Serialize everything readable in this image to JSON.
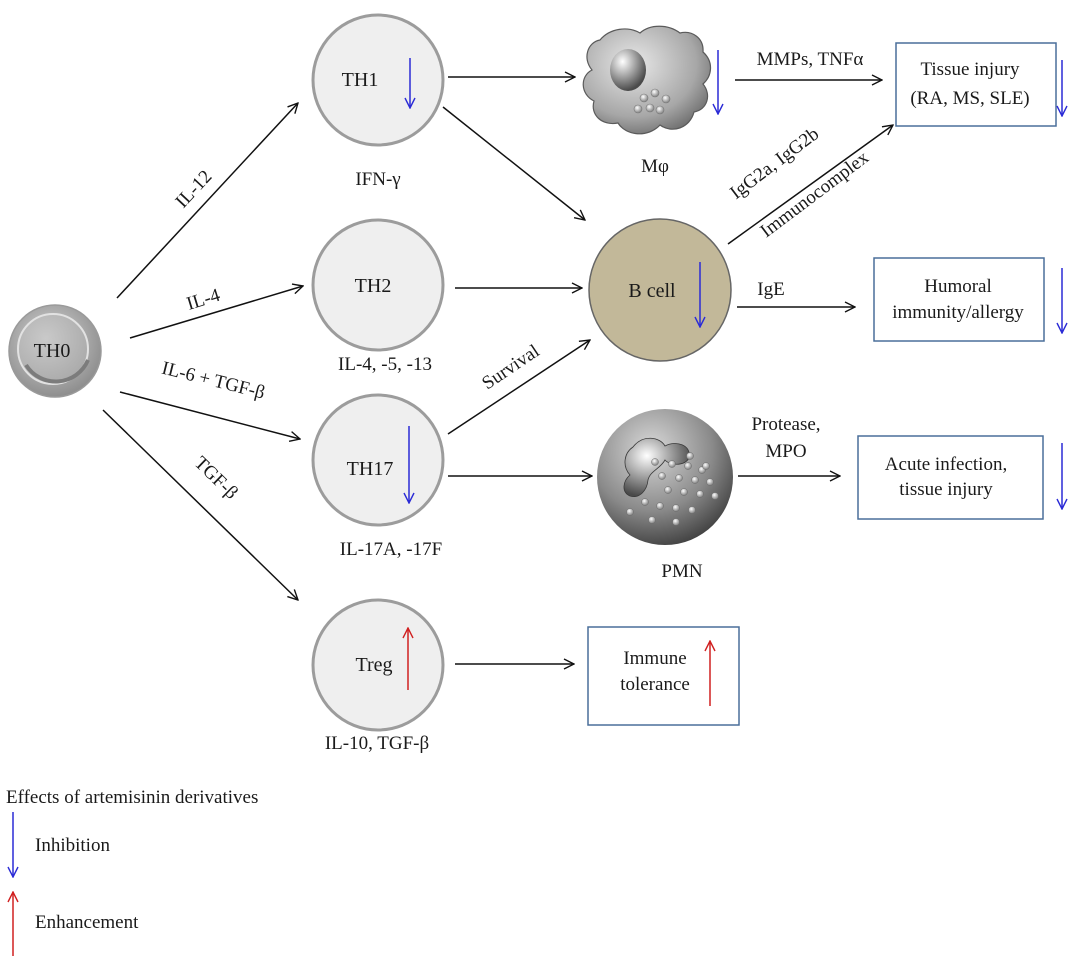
{
  "colors": {
    "inhibition": "#2b2bd6",
    "enhancement": "#d02020",
    "box_border": "#4a6f9a",
    "cell_fill": "#efefef",
    "bcell_fill": "#c2b899",
    "line": "#111111"
  },
  "cells": {
    "th0": "TH0",
    "th1": "TH1",
    "th2": "TH2",
    "th17": "TH17",
    "treg": "Treg",
    "bcell": "B cell"
  },
  "cell_labels": {
    "th1": "IFN-γ",
    "th2": "IL-4, -5, -13",
    "th17": "IL-17A, -17F",
    "treg": "IL-10, TGF-β",
    "macrophage": "Mφ",
    "pmn": "PMN"
  },
  "edge_labels": {
    "il12": "IL-12",
    "il4": "IL-4",
    "il6_tgfb": "IL-6 + TGF-β",
    "tgfb": "TGF-β",
    "mmps": "MMPs, TNFα",
    "igg": "IgG2a, IgG2b",
    "immunocomplex": "Immunocomplex",
    "ige": "IgE",
    "survival": "Survival",
    "protease": "Protease,",
    "mpo": "MPO"
  },
  "outcomes": {
    "tissue_injury": [
      "Tissue injury",
      "(RA, MS, SLE)"
    ],
    "humoral": [
      "Humoral",
      "immunity/allergy"
    ],
    "acute": [
      "Acute infection,",
      "tissue injury"
    ],
    "tolerance": [
      "Immune",
      "tolerance"
    ]
  },
  "legend": {
    "title": "Effects of artemisinin derivatives",
    "inhibition": "Inhibition",
    "enhancement": "Enhancement"
  }
}
